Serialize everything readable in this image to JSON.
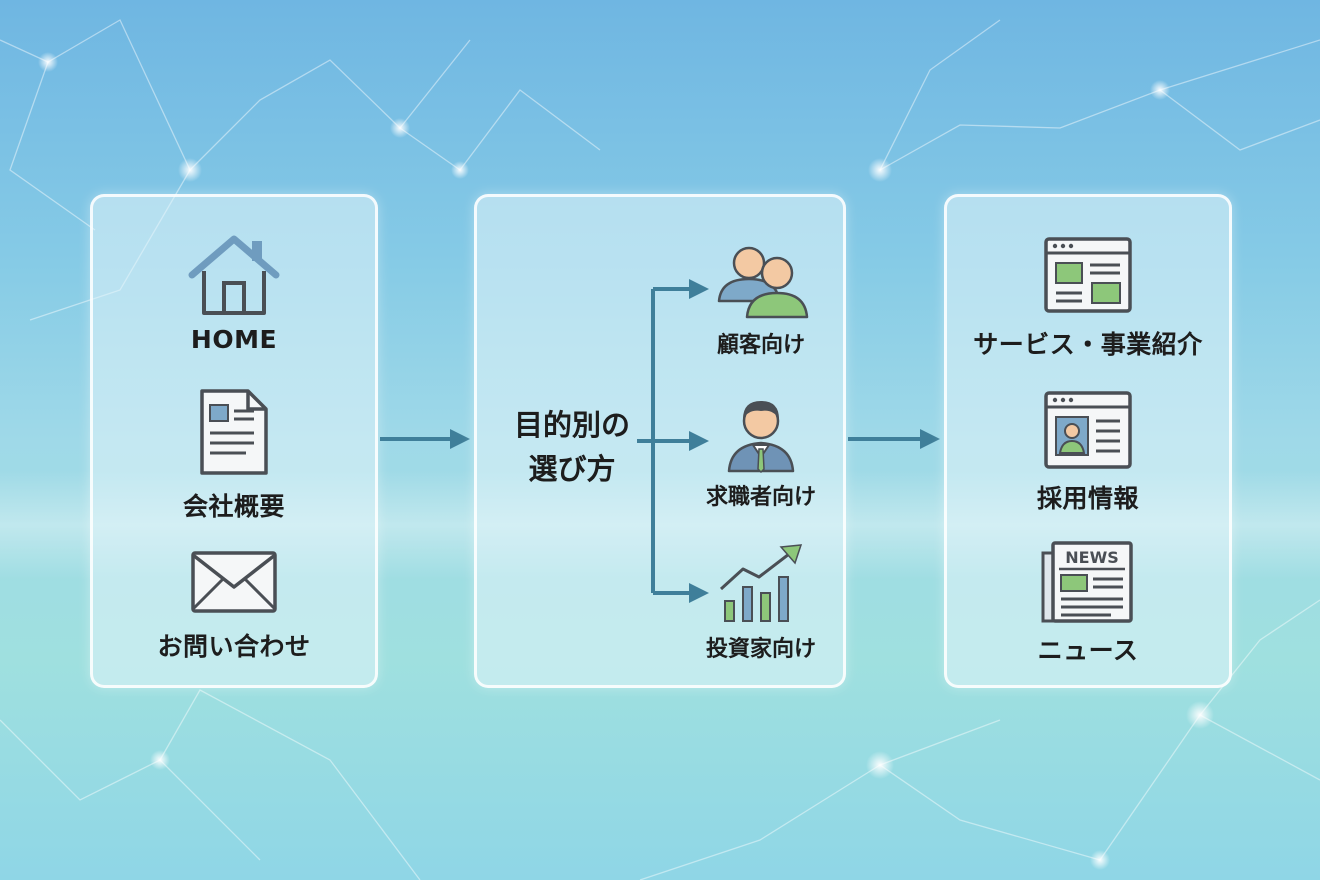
{
  "colors": {
    "accent": "#3f7f9a",
    "icon_stroke": "#4a4f55",
    "icon_blue": "#7ea9c9",
    "icon_green": "#8dc77a"
  },
  "panel_nav": {
    "items": [
      {
        "label": "HOME",
        "icon": "home-icon"
      },
      {
        "label": "会社概要",
        "icon": "document-icon"
      },
      {
        "label": "お問い合わせ",
        "icon": "mail-icon"
      }
    ]
  },
  "panel_purpose": {
    "title_line1": "目的別の",
    "title_line2": "選び方",
    "items": [
      {
        "label": "顧客向け",
        "icon": "customers-icon"
      },
      {
        "label": "求職者向け",
        "icon": "jobseeker-icon"
      },
      {
        "label": "投資家向け",
        "icon": "investor-chart-icon"
      }
    ]
  },
  "panel_info": {
    "items": [
      {
        "label": "サービス・事業紹介",
        "icon": "webpage-icon"
      },
      {
        "label": "採用情報",
        "icon": "profile-page-icon"
      },
      {
        "label": "ニュース",
        "icon": "newspaper-icon",
        "badge": "NEWS"
      }
    ]
  }
}
